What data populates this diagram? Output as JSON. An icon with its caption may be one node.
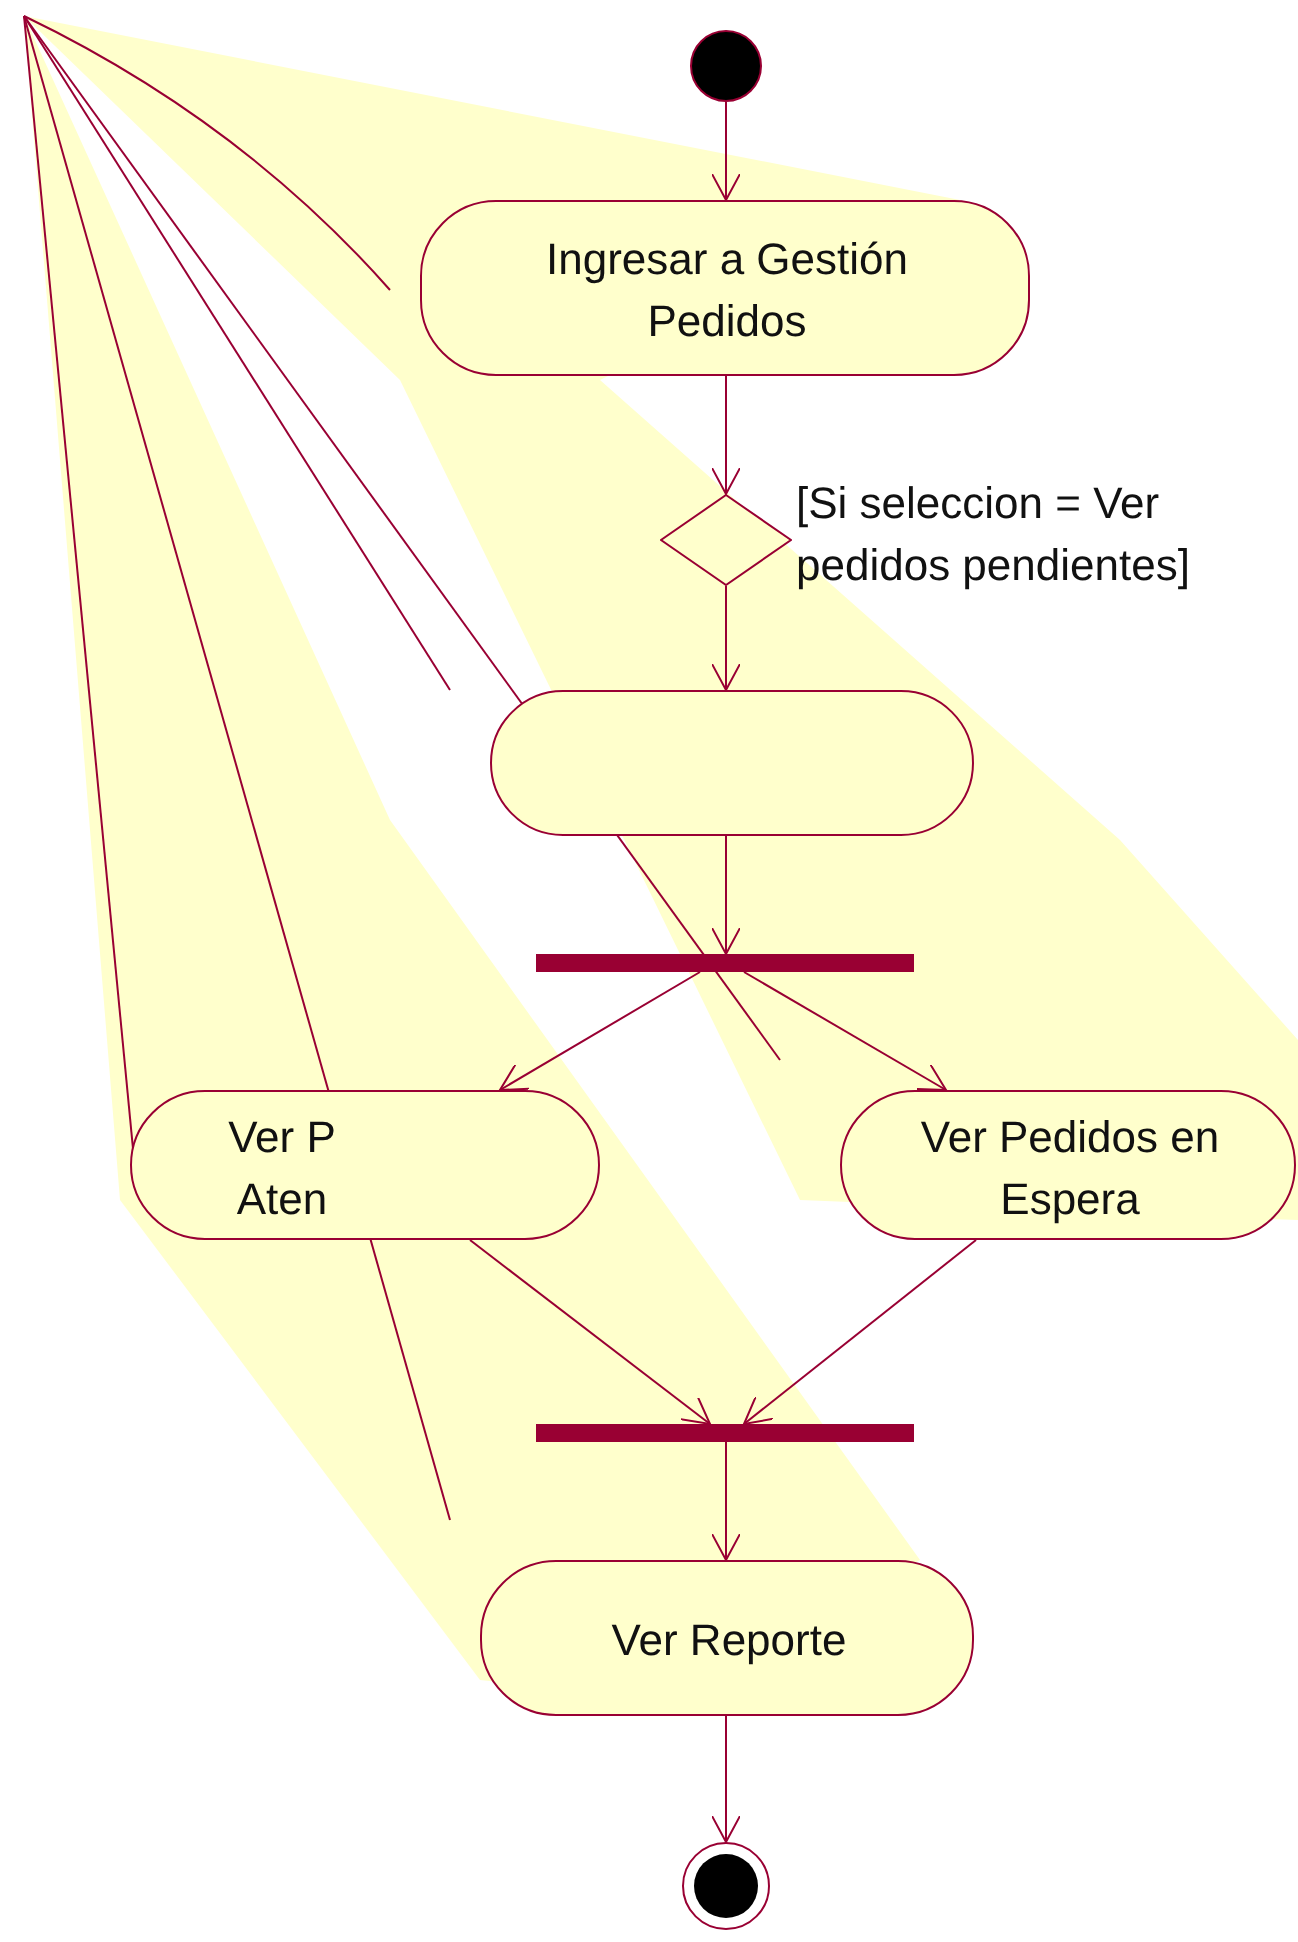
{
  "diagram": {
    "nodes": [
      {
        "text": [],
        "shape": "circle"
      },
      {
        "text": [
          "Ingresar a Gestión Pedidos"
        ]
      },
      {
        "text": [],
        "shape": "diamond"
      },
      {
        "text": [],
        "shape": "box"
      },
      {
        "text": [],
        "shape": "bar"
      },
      {
        "text": [
          "Ver P Aten"
        ]
      },
      {
        "text": [
          "Ver Pedidos en Espera"
        ]
      },
      {
        "text": [],
        "shape": "bar"
      },
      {
        "text": [
          "Ver Reporte"
        ]
      },
      {
        "text": [],
        "shape": "bullseye"
      }
    ],
    "edges": [
      {
        "from": 0,
        "to": 1,
        "arrow": "to"
      },
      {
        "from": 1,
        "to": 2,
        "arrow": "to"
      },
      {
        "from": 2,
        "to": 3,
        "arrow": "to",
        "label": "[Si seleccion = Ver pedidos pendientes]"
      },
      {
        "from": 3,
        "to": 4,
        "arrow": "to"
      },
      {
        "from": 4,
        "to": 5,
        "arrow": "to"
      },
      {
        "from": 4,
        "to": 6,
        "arrow": "to"
      },
      {
        "from": 5,
        "to": 7,
        "arrow": "to"
      },
      {
        "from": 6,
        "to": 7,
        "arrow": "to"
      },
      {
        "from": 7,
        "to": 8,
        "arrow": "to"
      },
      {
        "from": 8,
        "to": 9,
        "arrow": "to"
      }
    ]
  }
}
